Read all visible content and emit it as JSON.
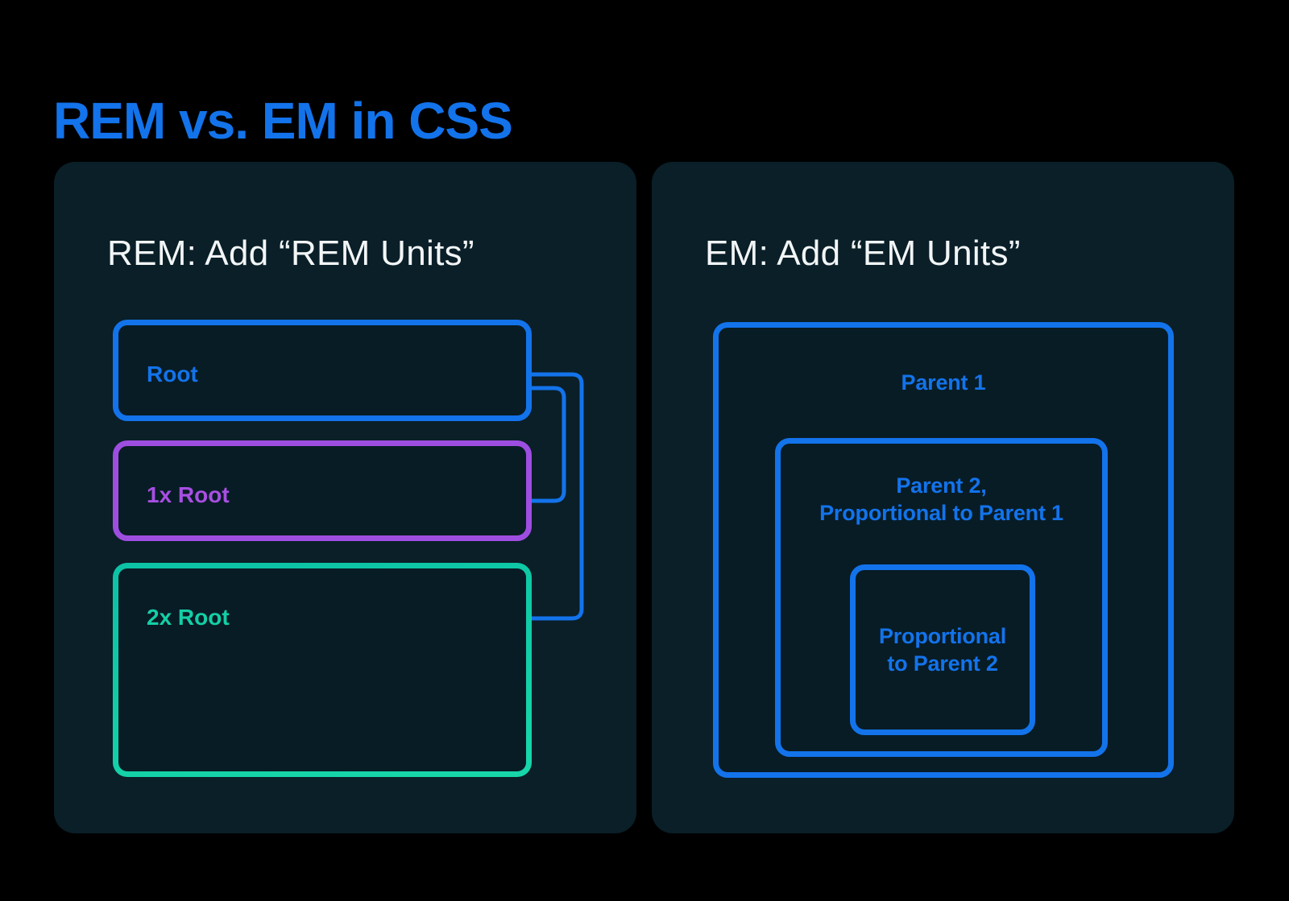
{
  "page": {
    "title": "REM vs. EM in CSS"
  },
  "rem_panel": {
    "header": "REM: Add “REM Units”",
    "root_label": "Root",
    "x1_label": "1x Root",
    "x2_label": "2x Root"
  },
  "em_panel": {
    "header": "EM: Add “EM Units”",
    "parent1_label": "Parent 1",
    "parent2_label": "Parent 2,\nProportional to Parent 1",
    "inner_label": "Proportional\nto Parent 2"
  },
  "colors": {
    "background": "#000000",
    "panel-bg": "#0a1f28",
    "box-bg": "#081c25",
    "blue": "#1373eb",
    "purple": "#9d4ee0",
    "purple-text": "#a74fe3",
    "teal": "#0cc3a5",
    "teal-bright": "#17d6a9",
    "teal-text": "#14cfa6",
    "header-text": "#f2f5f6"
  }
}
